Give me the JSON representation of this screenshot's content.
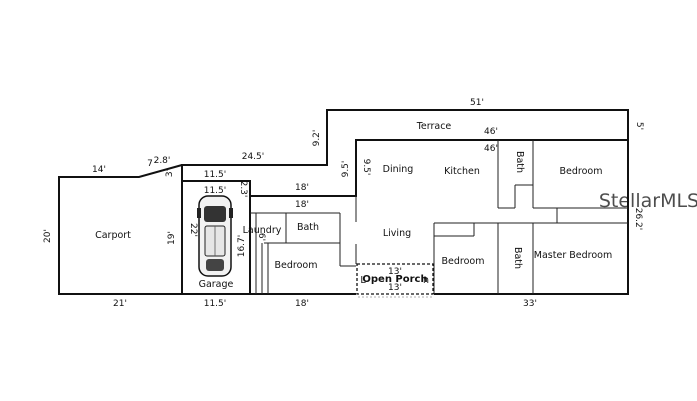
{
  "rooms": {
    "carport": "Carport",
    "garage": "Garage",
    "laundry": "Laundry",
    "bath_left": "Bath",
    "bedroom_left": "Bedroom",
    "living": "Living",
    "dining": "Dining",
    "kitchen": "Kitchen",
    "bath_top": "Bath",
    "bedroom_right": "Bedroom",
    "bedroom_center": "Bedroom",
    "bath_right": "Bath",
    "master_bedroom": "Master Bedroom",
    "terrace": "Terrace",
    "open_porch": "Open Porch",
    "porch_ghost_left": "L",
    "porch_ghost_right": "n"
  },
  "dimensions": {
    "carport_top": "14'",
    "angle_a": "7",
    "angle_b": "2.8'",
    "step_3": "3'",
    "carport_height": "20'",
    "carport_bottom": "21'",
    "upper_top": "24.5'",
    "garage_top_outer": "11.5'",
    "garage_top_inner": "11.5'",
    "garage_height": "19'",
    "garage_depth": "22'",
    "garage_bottom": "11.5'",
    "wall_2_3": "2.3'",
    "laundry_h": "16.7'",
    "laundry_small": "6'",
    "mid_top_a": "18'",
    "mid_top_b": "18'",
    "mid_bottom": "18'",
    "step_9_2": "9.2'",
    "step_9_5a": "9.5'",
    "step_9_5b": "9.5'",
    "terrace_top": "51'",
    "terrace_inner": "46'",
    "main_top": "46'",
    "terrace_side": "5'",
    "right_side": "26.2'",
    "porch_top": "13'",
    "porch_bottom": "13'",
    "right_bottom": "33'"
  },
  "watermark": "StellarMLS"
}
